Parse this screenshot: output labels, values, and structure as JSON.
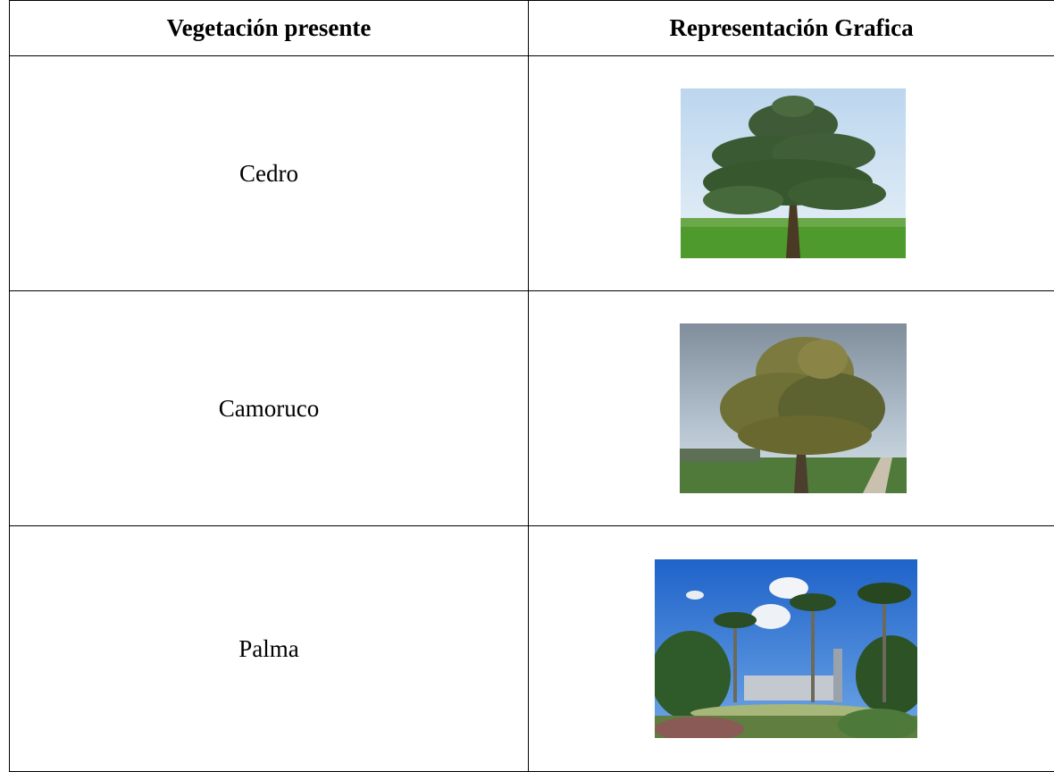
{
  "table": {
    "headers": [
      "Vegetación presente",
      "Representación Grafica"
    ],
    "rows": [
      {
        "name": "Cedro",
        "image": "cedar-tree-photo"
      },
      {
        "name": "Camoruco",
        "image": "camoruco-tree-photo"
      },
      {
        "name": "Palma",
        "image": "palm-trees-photo"
      }
    ]
  }
}
